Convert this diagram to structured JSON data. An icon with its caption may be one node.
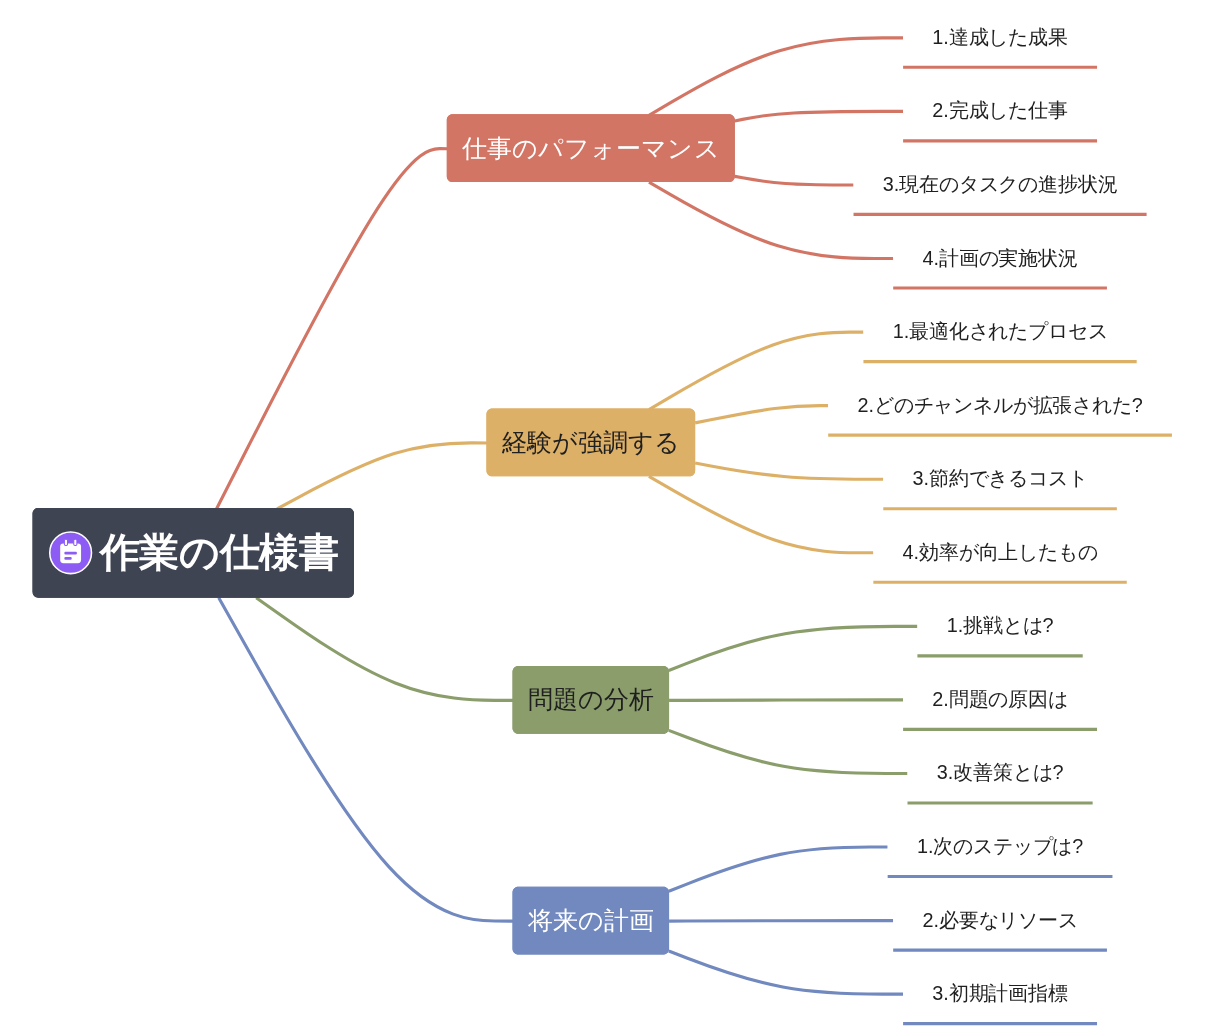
{
  "diagram": {
    "nodes": [
      {
        "text": [
          "作業の仕様書"
        ]
      },
      {
        "text": [
          "仕事のパフォーマンス"
        ]
      },
      {
        "text": [
          "1.達成した成果"
        ]
      },
      {
        "text": [
          "2.完成した仕事"
        ]
      },
      {
        "text": [
          "3.現在のタスクの進捗状況"
        ]
      },
      {
        "text": [
          "4.計画の実施状況"
        ]
      },
      {
        "text": [
          "経験が強調する"
        ]
      },
      {
        "text": [
          "1.最適化されたプロセス"
        ]
      },
      {
        "text": [
          "2.どのチャンネルが拡張された?"
        ]
      },
      {
        "text": [
          "3.節約できるコスト"
        ]
      },
      {
        "text": [
          "4.効率が向上したもの"
        ]
      },
      {
        "text": [
          "問題の分析"
        ]
      },
      {
        "text": [
          "1.挑戦とは?"
        ]
      },
      {
        "text": [
          "2.問題の原因は"
        ]
      },
      {
        "text": [
          "3.改善策とは?"
        ]
      },
      {
        "text": [
          "将来の計画"
        ]
      },
      {
        "text": [
          "1.次のステップは?"
        ]
      },
      {
        "text": [
          "2.必要なリソース"
        ]
      },
      {
        "text": [
          "3.初期計画指標"
        ]
      }
    ],
    "edges": [
      {
        "from": 0,
        "to": 1,
        "arrow": "none",
        "color": "#d27565"
      },
      {
        "from": 1,
        "to": 2,
        "arrow": "none",
        "color": "#d27565"
      },
      {
        "from": 1,
        "to": 3,
        "arrow": "none",
        "color": "#d27565"
      },
      {
        "from": 1,
        "to": 4,
        "arrow": "none",
        "color": "#d27565"
      },
      {
        "from": 1,
        "to": 5,
        "arrow": "none",
        "color": "#d27565"
      },
      {
        "from": 0,
        "to": 6,
        "arrow": "none",
        "color": "#ddb068"
      },
      {
        "from": 6,
        "to": 7,
        "arrow": "none",
        "color": "#ddb068"
      },
      {
        "from": 6,
        "to": 8,
        "arrow": "none",
        "color": "#ddb068"
      },
      {
        "from": 6,
        "to": 9,
        "arrow": "none",
        "color": "#ddb068"
      },
      {
        "from": 6,
        "to": 10,
        "arrow": "none",
        "color": "#ddb068"
      },
      {
        "from": 0,
        "to": 11,
        "arrow": "none",
        "color": "#8a9d6b"
      },
      {
        "from": 11,
        "to": 12,
        "arrow": "none",
        "color": "#8a9d6b"
      },
      {
        "from": 11,
        "to": 13,
        "arrow": "none",
        "color": "#8a9d6b"
      },
      {
        "from": 11,
        "to": 14,
        "arrow": "none",
        "color": "#8a9d6b"
      },
      {
        "from": 0,
        "to": 15,
        "arrow": "none",
        "color": "#7189bf"
      },
      {
        "from": 15,
        "to": 16,
        "arrow": "none",
        "color": "#7189bf"
      },
      {
        "from": 15,
        "to": 17,
        "arrow": "none",
        "color": "#7189bf"
      },
      {
        "from": 15,
        "to": 18,
        "arrow": "none",
        "color": "#7189bf"
      }
    ]
  }
}
